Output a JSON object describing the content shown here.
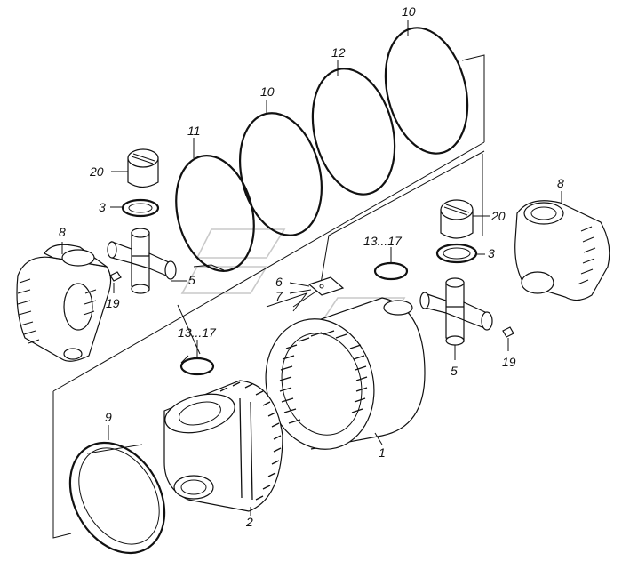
{
  "labels": {
    "l1": "1",
    "l2": "2",
    "l3a": "3",
    "l3b": "3",
    "l5a": "5",
    "l5b": "5",
    "l6": "6",
    "l7": "7",
    "l8a": "8",
    "l8b": "8",
    "l9": "9",
    "l10a": "10",
    "l10b": "10",
    "l11": "11",
    "l12": "12",
    "l1317a": "13...17",
    "l1317b": "13...17",
    "l19a": "19",
    "l19b": "19",
    "l20a": "20",
    "l20b": "20"
  }
}
